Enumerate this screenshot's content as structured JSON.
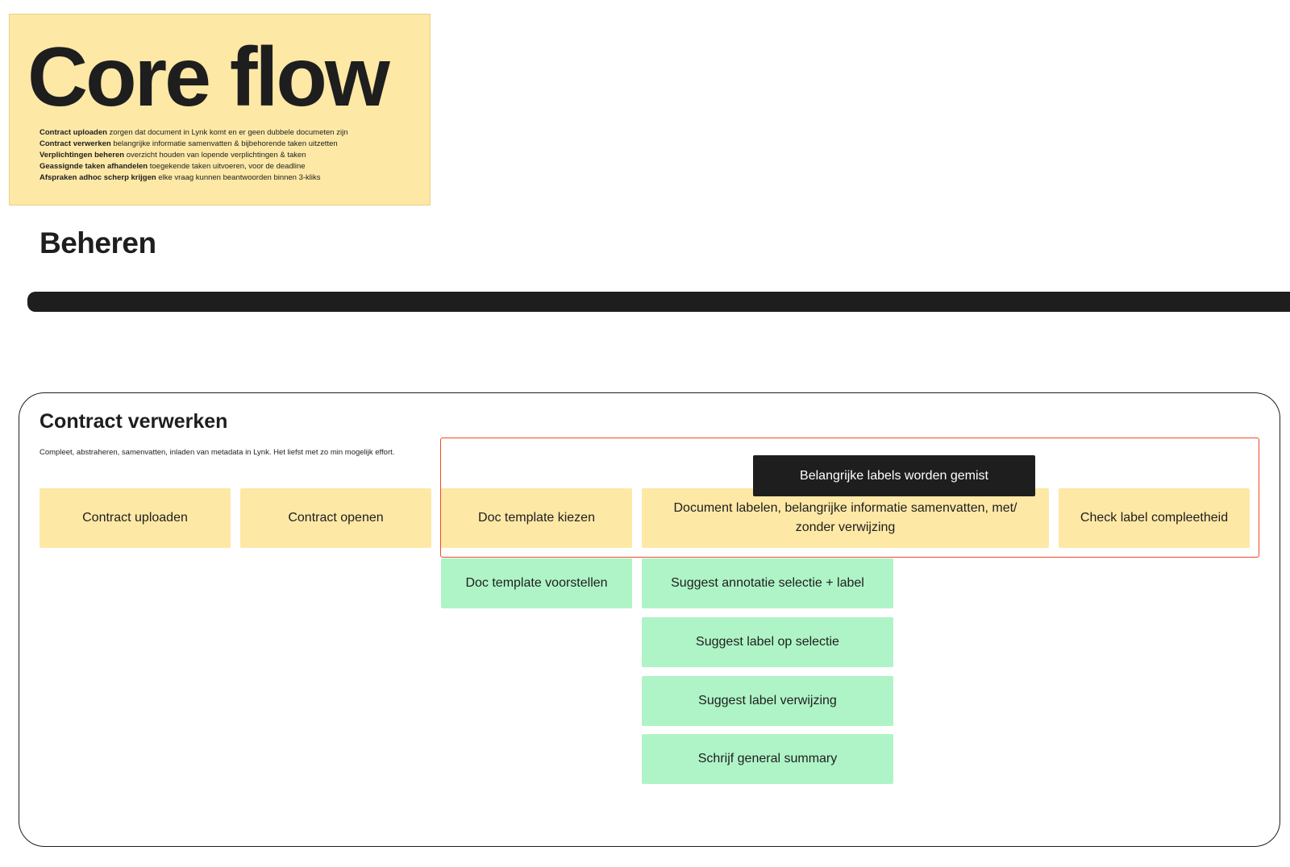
{
  "title_card": {
    "title": "Core flow",
    "goals": [
      {
        "name": "Contract uploaden",
        "text": " zorgen dat document in Lynk komt en er geen dubbele documeten zijn"
      },
      {
        "name": "Contract verwerken",
        "text": " belangrijke informatie samenvatten & bijbehorende taken uitzetten"
      },
      {
        "name": "Verplichtingen beheren",
        "text": " overzicht houden van lopende verplichtingen & taken"
      },
      {
        "name": "Geassigndе taken afhandelen",
        "text": " toegekende taken uitvoeren, voor de deadline"
      },
      {
        "name": "Afspraken adhoc scherp krijgen",
        "text": " elke vraag kunnen beantwoorden binnen 3-kliks"
      }
    ]
  },
  "section": {
    "title": "Beheren"
  },
  "frame": {
    "title": "Contract verwerken",
    "description": "Compleet, abstraheren, samenvatten, inladen van metadata in Lynk. Het liefst met zo min mogelijk effort."
  },
  "tooltip": {
    "text": "Belangrijke labels worden gemist"
  },
  "steps": [
    {
      "label": "Contract uploaden"
    },
    {
      "label": "Contract openen"
    },
    {
      "label": "Doc template kiezen"
    },
    {
      "label": "Document labelen, belangrijke informatie samenvatten, met/ zonder verwijzing"
    },
    {
      "label": "Check label compleetheid"
    }
  ],
  "suggestions": [
    {
      "label": "Doc template voorstellen"
    },
    {
      "label": "Suggest annotatie selectie + label"
    },
    {
      "label": "Suggest label op selectie"
    },
    {
      "label": "Suggest label verwijzing"
    },
    {
      "label": "Schrijf general summary"
    }
  ],
  "colors": {
    "sticky_yellow": "#fde8a6",
    "sticky_green": "#aff4c6",
    "highlight_red": "#f24822",
    "dark": "#1e1e1e"
  }
}
